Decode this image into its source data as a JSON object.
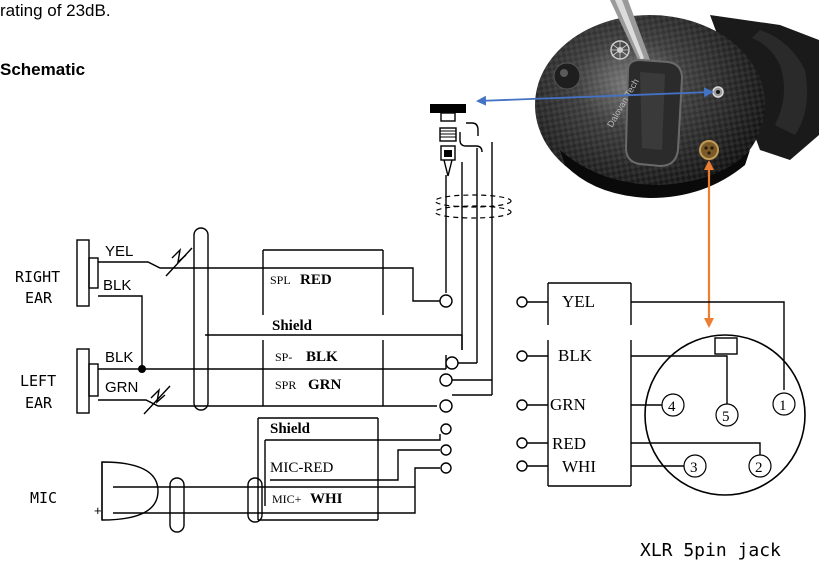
{
  "intro_text": "rating of 23dB.",
  "section_title": "Schematic",
  "left_labels": {
    "right_ear_1": "RIGHT",
    "right_ear_2": "EAR",
    "left_ear_1": "LEFT",
    "left_ear_2": "EAR",
    "mic": "MIC"
  },
  "wire_colors_left": {
    "yel": "YEL",
    "blk_top": "BLK",
    "blk_mid": "BLK",
    "grn": "GRN"
  },
  "box_labels": {
    "spl_prefix": "SPL",
    "spl_color": "RED",
    "shield": "Shield",
    "sp_minus_prefix": "SP-",
    "sp_minus_color": "BLK",
    "spr_prefix": "SPR",
    "spr_color": "GRN",
    "mic_shield": "Shield",
    "mic_red": "MIC-RED",
    "mic_plus_prefix": "MIC+",
    "mic_plus_color": "WHI"
  },
  "xlr_box_labels": {
    "yel": "YEL",
    "blk": "BLK",
    "grn": "GRN",
    "red": "RED",
    "whi": "WHI"
  },
  "xlr_pins": [
    "1",
    "2",
    "3",
    "4",
    "5"
  ],
  "xlr_caption": "XLR 5pin jack",
  "mic_symbol": "+",
  "headset_brand": "Dalovan Tech",
  "colors": {
    "blue_arrow": "#4472c4",
    "orange_arrow": "#ed7d31",
    "wire": "#000000"
  }
}
